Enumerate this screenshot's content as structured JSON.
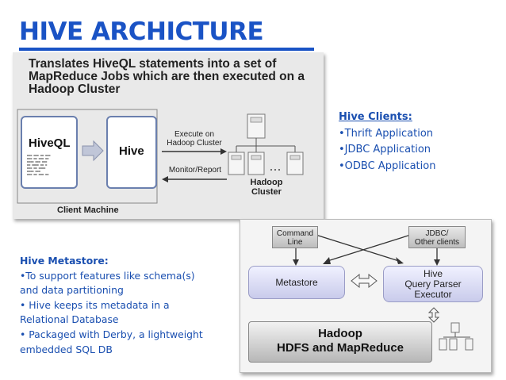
{
  "slide": {
    "title": "HIVE ARCHICTURE"
  },
  "top_diagram": {
    "banner_line1": "Translates HiveQL statements into a set of",
    "banner_line2": "MapReduce Jobs which are then executed on a",
    "banner_line3": "Hadoop Cluster",
    "hiveql_label": "HiveQL",
    "hive_label": "Hive",
    "execute_line1": "Execute on",
    "execute_line2": "Hadoop Cluster",
    "monitor_label": "Monitor/Report",
    "cluster_line1": "Hadoop",
    "cluster_line2": "Cluster",
    "client_machine_label": "Client Machine"
  },
  "clients": {
    "heading": "Hive Clients:",
    "items": [
      "•Thrift Application",
      "•JDBC Application",
      "•ODBC Application"
    ]
  },
  "metastore": {
    "heading": "Hive Metastore:",
    "line1": "•To support features like schema(s)",
    "line2": "and data partitioning",
    "line3": "• Hive keeps its metadata in a",
    "line4": "Relational Database",
    "line5": "• Packaged with Derby, a lightweight",
    "line6": "embedded SQL DB"
  },
  "bottom_diagram": {
    "command_line1": "Command",
    "command_line2": "Line",
    "jdbc_line1": "JDBC/",
    "jdbc_line2": "Other clients",
    "metastore_label": "Metastore",
    "hive_line1": "Hive",
    "hive_line2": "Query Parser",
    "hive_line3": "Executor",
    "hadoop_line1": "Hadoop",
    "hadoop_line2": "HDFS and MapReduce"
  },
  "colors": {
    "title_blue": "#1a53c5",
    "text_blue": "#1a4fb0"
  }
}
